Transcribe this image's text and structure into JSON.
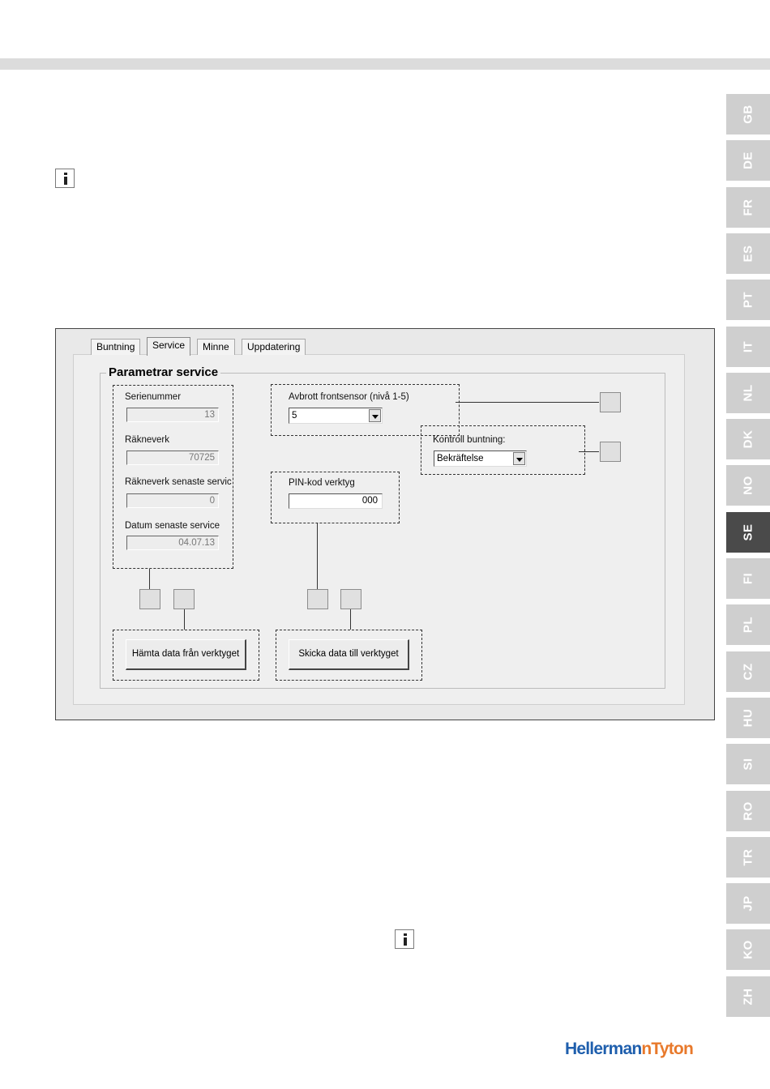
{
  "languages": [
    "GB",
    "DE",
    "FR",
    "ES",
    "PT",
    "IT",
    "NL",
    "DK",
    "NO",
    "SE",
    "FI",
    "PL",
    "CZ",
    "HU",
    "SI",
    "RO",
    "TR",
    "JP",
    "KO",
    "ZH"
  ],
  "active_language": "SE",
  "window": {
    "tabs": [
      "Buntning",
      "Service",
      "Minne",
      "Uppdatering"
    ],
    "active_tab": "Service",
    "group_title": "Parametrar service",
    "fields": {
      "serial_label": "Serienummer",
      "serial_value": "13",
      "counter_label": "Räkneverk",
      "counter_value": "70725",
      "counter_last_label": "Räkneverk senaste servic",
      "counter_last_value": "0",
      "date_last_label": "Datum senaste service",
      "date_last_value": "04.07.13",
      "front_sensor_label": "Avbrott frontsensor (nivå 1-5)",
      "front_sensor_value": "5",
      "control_label": "Kontroll buntning:",
      "control_value": "Bekräftelse",
      "pin_label": "PIN-kod verktyg",
      "pin_value": "000"
    },
    "buttons": {
      "fetch": "Hämta data från verktyget",
      "send": "Skicka data till verktyget"
    }
  },
  "brand": {
    "part1": "HellermannTyton",
    "color": "#1f5fad"
  }
}
